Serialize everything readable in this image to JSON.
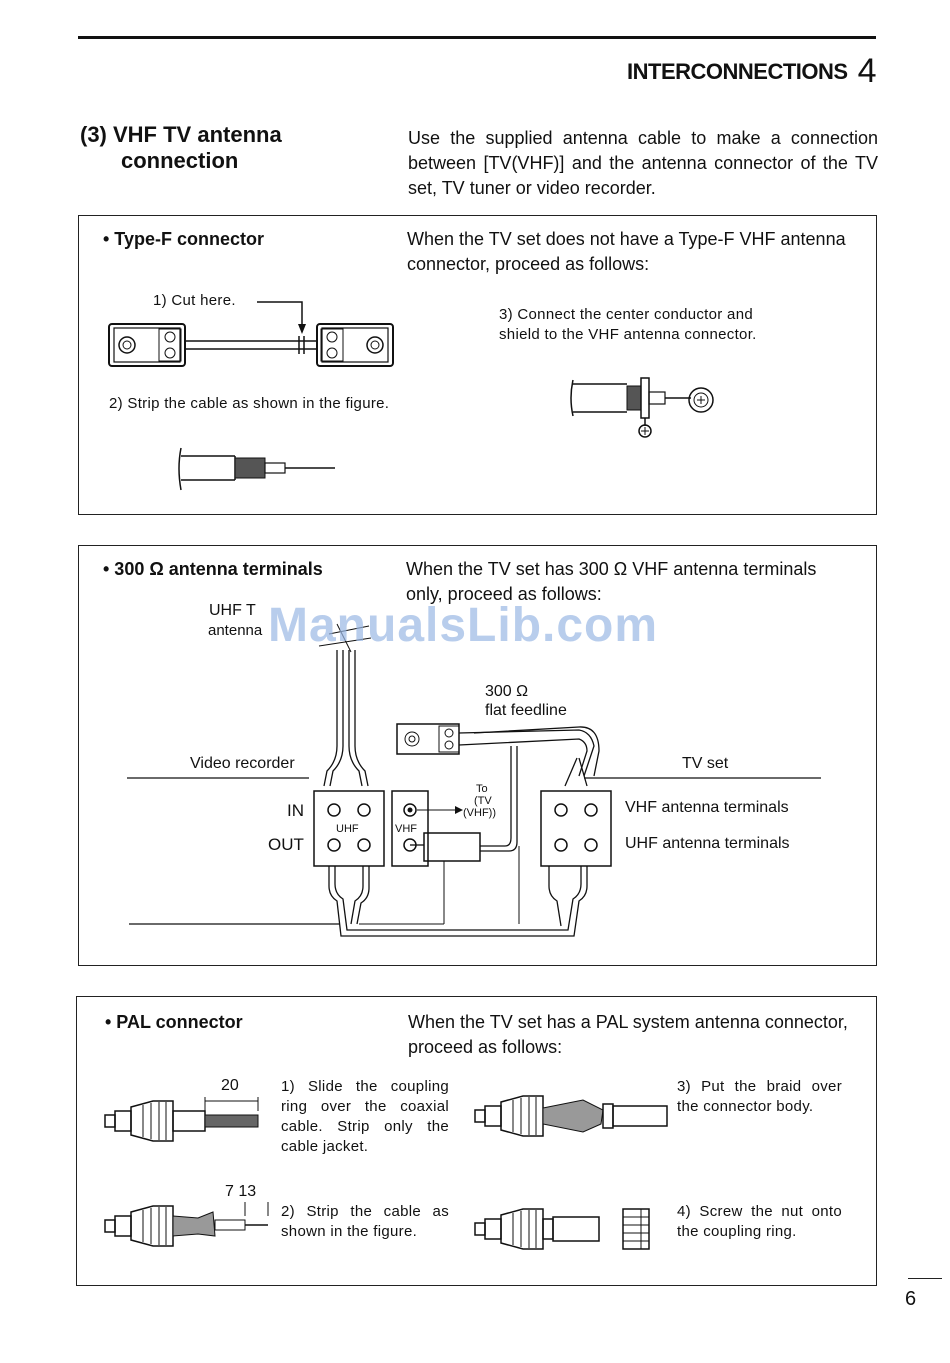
{
  "header": {
    "title": "INTERCONNECTIONS",
    "chapter": "4"
  },
  "section": {
    "title_line1": "(3) VHF TV antenna",
    "title_line2": "connection",
    "intro": "Use the supplied antenna cable to make a connection between [TV(VHF)] and the antenna connector of the TV set, TV tuner or video recorder."
  },
  "typef": {
    "title": "• Type-F connector",
    "desc": "When the TV set does not have a Type-F VHF antenna connector, proceed as follows:",
    "step1": "1)  Cut here.",
    "step2": "2)  Strip the cable as shown in the figure.",
    "step3": "3)  Connect the center conductor and shield to the VHF antenna connector."
  },
  "ohm300": {
    "title": "• 300 Ω antenna terminals",
    "desc": "When the TV set has 300 Ω VHF antenna terminals only, proceed as follows:",
    "uhf_label_1": "UHF T",
    "uhf_label_2": "antenna",
    "feedline_1": "300 Ω",
    "feedline_2": "flat feedline",
    "video_recorder": "Video recorder",
    "tv_set": "TV  set",
    "in": "IN",
    "out": "OUT",
    "uhf_small": "UHF",
    "vhf_small": "VHF",
    "to_tv_1": "To",
    "to_tv_2": "(TV",
    "to_tv_3": "(VHF))",
    "vhf_terminals": "VHF antenna terminals",
    "uhf_terminals": "UHF antenna terminals"
  },
  "pal": {
    "title": "• PAL connector",
    "desc": "When the TV set has a PAL system antenna connector, proceed as follows:",
    "dim_20": "20",
    "dim_7_13": "7  13",
    "step1": "1)  Slide the coupling ring over the coaxial cable. Strip only the cable jacket.",
    "step2": "2)  Strip the cable as shown in the figure.",
    "step3": "3)  Put the braid over the connector body.",
    "step4": "4)  Screw the nut onto the coupling ring."
  },
  "watermark": "ManualsLib.com",
  "page_number": "6"
}
